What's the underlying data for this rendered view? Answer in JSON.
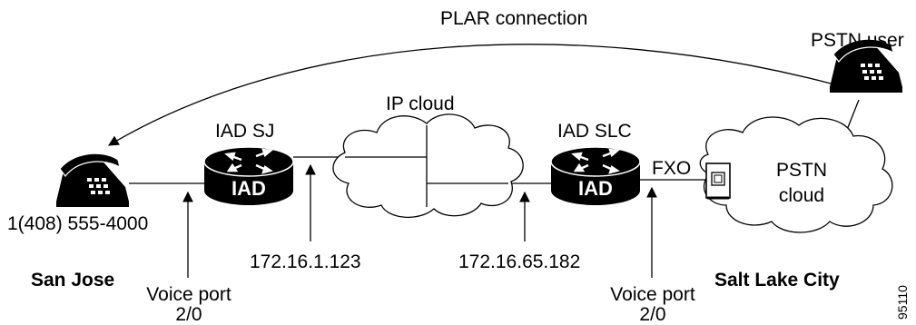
{
  "plar_label": "PLAR connection",
  "pstn_user_label": "PSTN user",
  "ip_cloud_label": "IP cloud",
  "iad_sj_label": "IAD SJ",
  "iad_slc_label": "IAD SLC",
  "iad_text": "IAD",
  "fxo_label": "FXO",
  "pstn_cloud_label_line1": "PSTN",
  "pstn_cloud_label_line2": "cloud",
  "phone_number": "1(408) 555-4000",
  "ip_sj": "172.16.1.123",
  "ip_slc": "172.16.65.182",
  "site_sj": "San Jose",
  "site_slc": "Salt Lake City",
  "voice_port_sj": {
    "line1": "Voice port",
    "line2": "2/0"
  },
  "voice_port_slc": {
    "line1": "Voice port",
    "line2": "2/0"
  },
  "figure_id": "95110"
}
